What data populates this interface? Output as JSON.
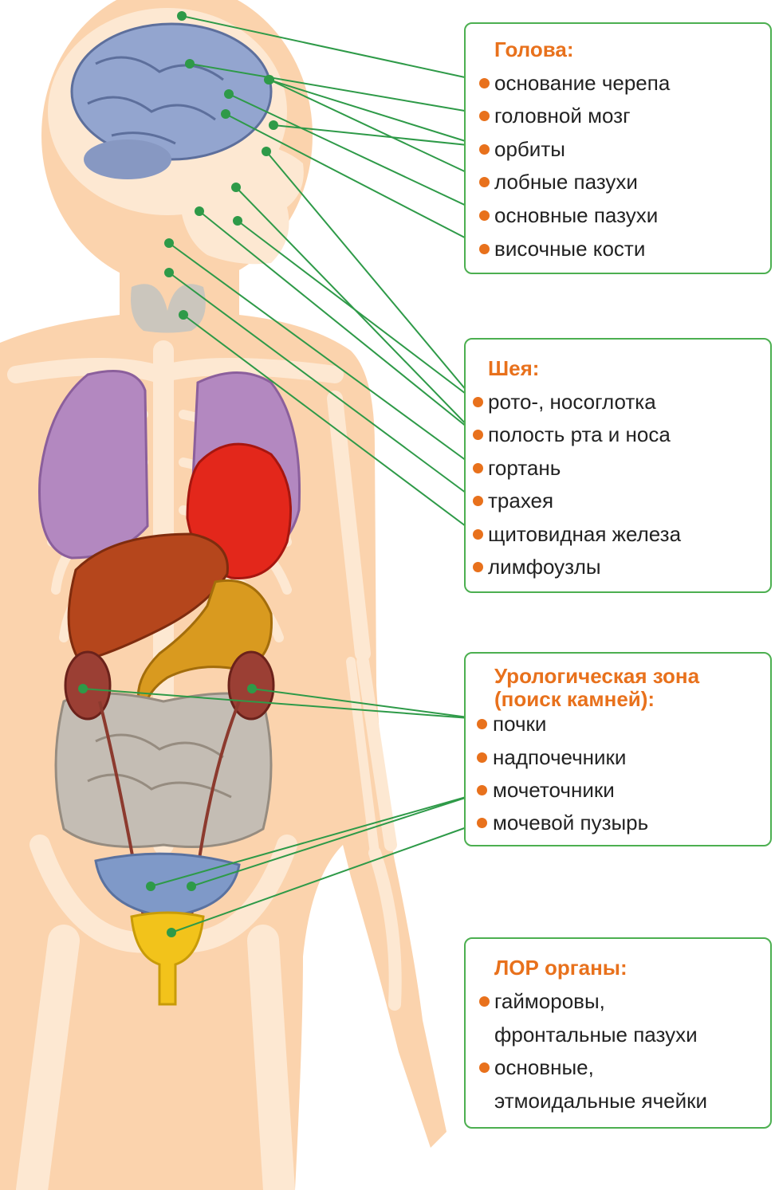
{
  "colors": {
    "skin": "#fbd3ad",
    "bone": "#fde8d2",
    "accent": "#e8711c",
    "line": "#2e9a48",
    "box_border": "#4caf50"
  },
  "organs": [
    "brain",
    "thyroid",
    "lungs",
    "heart",
    "liver",
    "stomach",
    "kidneys",
    "ureters",
    "intestines",
    "bladder",
    "skeleton"
  ],
  "boxes": {
    "head": {
      "title": "Голова:",
      "items": [
        "основание черепа",
        "головной мозг",
        "орбиты",
        "лобные пазухи",
        "основные пазухи",
        "височные кости"
      ]
    },
    "neck": {
      "title": "Шея:",
      "items": [
        "рото-, носоглотка",
        "полость рта и носа",
        "гортань",
        "трахея",
        "щитовидная железа",
        "лимфоузлы"
      ]
    },
    "uro": {
      "title": "Урологическая зона\n(поиск камней):",
      "items": [
        "почки",
        "надпочечники",
        "мочеточники",
        "мочевой пузырь"
      ]
    },
    "lor": {
      "title": "ЛОР органы:",
      "items": [
        "гайморовы,",
        "фронтальные пазухи",
        "основные,",
        "этмоидальные ячейки"
      ]
    }
  }
}
